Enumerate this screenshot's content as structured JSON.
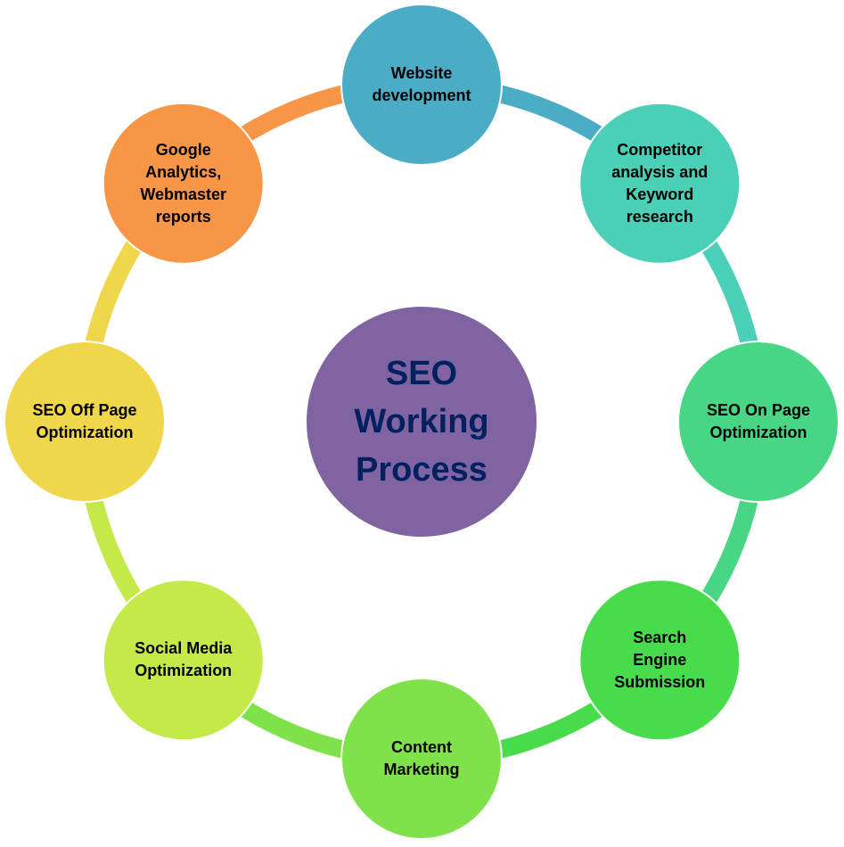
{
  "center": {
    "title": "SEO\nWorking\nProcess",
    "color": "#8064A2",
    "text_color": "#002060"
  },
  "steps": [
    {
      "label": "Website\ndevelopment",
      "color": "#4BACC6"
    },
    {
      "label": "Competitor\nanalysis and\nKeyword\nresearch",
      "color": "#4BCFB6"
    },
    {
      "label": "SEO On Page\nOptimization",
      "color": "#48D584"
    },
    {
      "label": "Search\nEngine\nSubmission",
      "color": "#48DB4C"
    },
    {
      "label": "Content\nMarketing",
      "color": "#80E24A"
    },
    {
      "label": "Social Media\nOptimization",
      "color": "#C4EA4A"
    },
    {
      "label": "SEO Off Page\nOptimization",
      "color": "#F0D64B"
    },
    {
      "label": "Google\nAnalytics,\nWebmaster\nreports",
      "color": "#F79646"
    }
  ]
}
